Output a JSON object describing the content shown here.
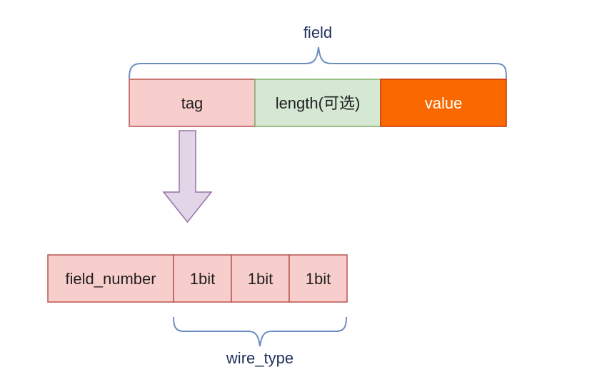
{
  "colors": {
    "tag_fill": "#f8cecc",
    "tag_stroke": "#b85450",
    "length_fill": "#d5e8d4",
    "length_stroke": "#82b366",
    "value_fill": "#fa6800",
    "value_stroke": "#c73500",
    "arrow_fill": "#e1d5e7",
    "arrow_stroke": "#9673a6",
    "brace_stroke": "#6c8ebf"
  },
  "field_brace": {
    "label": "field"
  },
  "field_row": [
    {
      "id": "tag",
      "label": "tag"
    },
    {
      "id": "length",
      "label": "length(可选)"
    },
    {
      "id": "value",
      "label": "value"
    }
  ],
  "tag_row": [
    {
      "id": "field_number",
      "label": "field_number"
    },
    {
      "id": "bit1",
      "label": "1bit"
    },
    {
      "id": "bit2",
      "label": "1bit"
    },
    {
      "id": "bit3",
      "label": "1bit"
    }
  ],
  "wire_type_brace": {
    "label": "wire_type"
  }
}
